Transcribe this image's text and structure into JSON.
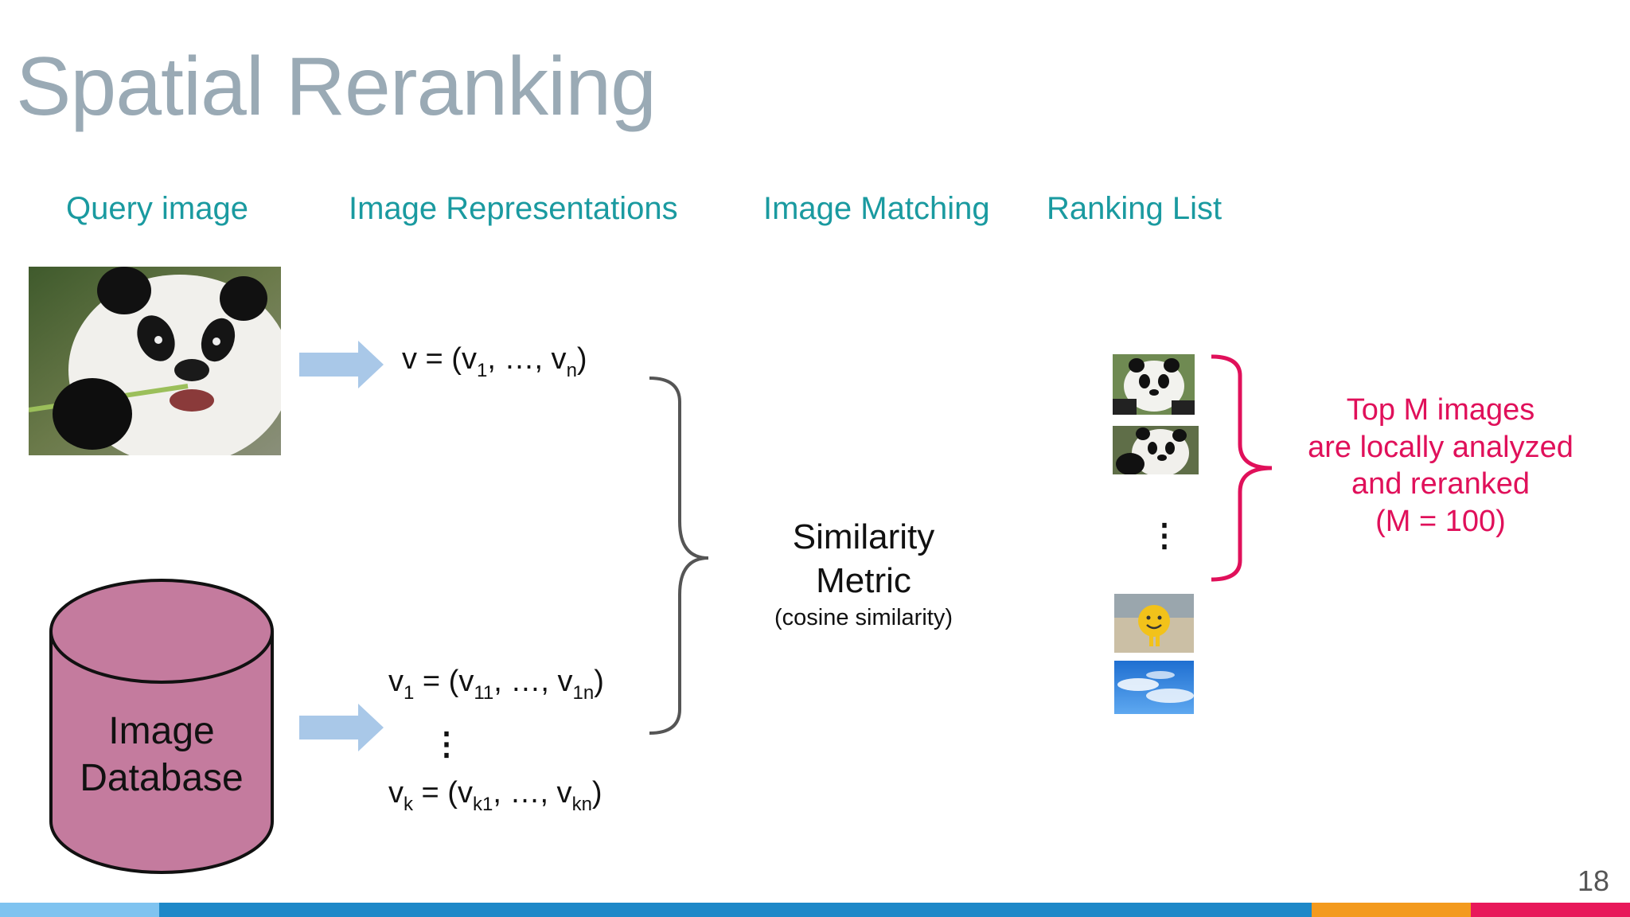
{
  "slide": {
    "title": "Spatial Reranking",
    "page_number": "18"
  },
  "columns": {
    "query": "Query image",
    "representations": "Image Representations",
    "matching": "Image Matching",
    "ranking": "Ranking List"
  },
  "database": {
    "line1": "Image",
    "line2": "Database"
  },
  "formulas": {
    "query_vector": {
      "lhs": "v = (v",
      "s1": "1",
      "mid": ", …, v",
      "s2": "n",
      "end": ")"
    },
    "db_vector_1": {
      "v": "v",
      "vs": "1",
      "eq": " = (v",
      "s1": "11",
      "mid": ", …, v",
      "s2": "1n",
      "end": ")"
    },
    "db_vector_k": {
      "v": "v",
      "vs": "k",
      "eq": " = (v",
      "s1": "k1",
      "mid": ", …, v",
      "s2": "kn",
      "end": ")"
    },
    "dots": "⋮"
  },
  "similarity": {
    "line1": "Similarity",
    "line2": "Metric",
    "subtitle": "(cosine similarity)"
  },
  "ranking_dots": "⋮",
  "note": {
    "line1": "Top M images",
    "line2": "are locally analyzed",
    "line3": "and reranked",
    "line4": "(M = 100)"
  },
  "colors": {
    "heading": "#1a9aa0",
    "title": "#9aaab5",
    "accent": "#e0105a",
    "arrow": "#a9c8e8",
    "database_fill": "#c47b9e",
    "footer": [
      "#7fc3f0",
      "#1e88c8",
      "#f39a1e",
      "#e8185a"
    ]
  }
}
